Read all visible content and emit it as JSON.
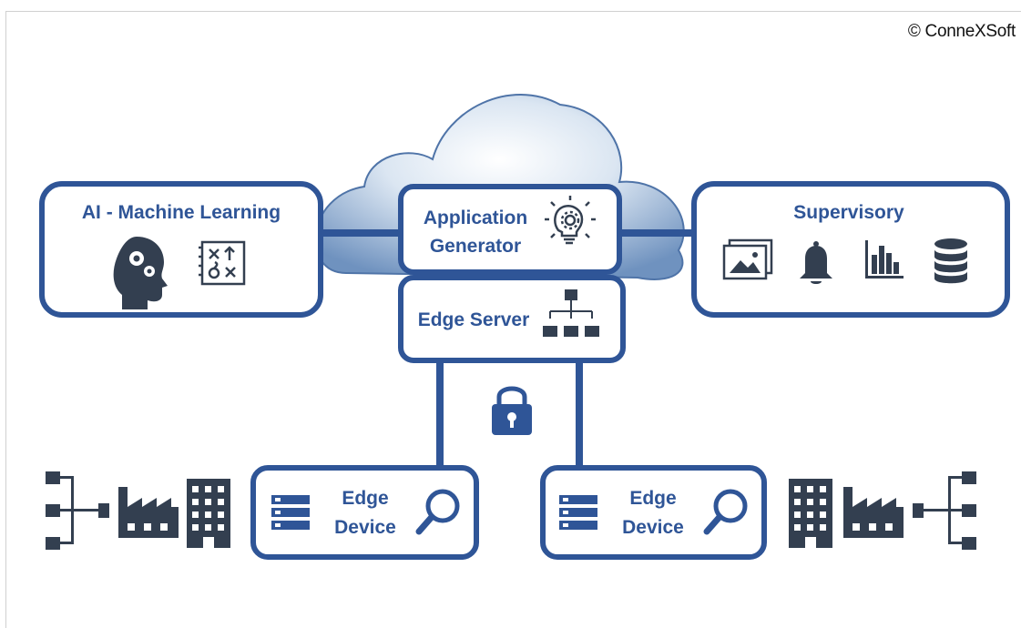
{
  "copyright": "© ConneXSoft",
  "colors": {
    "accent": "#2f5597",
    "icon": "#333f50",
    "cloud_light": "#dbe6f2",
    "cloud_dark": "#7f9fc6"
  },
  "ml_box": {
    "title": "AI - Machine Learning",
    "icons": [
      "head-gears-icon",
      "math-symbols-icon"
    ]
  },
  "app_gen": {
    "line1": "Application",
    "line2": "Generator",
    "icon": "lightbulb-gear-icon"
  },
  "edge_server": {
    "label": "Edge Server",
    "icon": "hierarchy-icon"
  },
  "supervisory": {
    "title": "Supervisory",
    "icons": [
      "images-icon",
      "bell-icon",
      "bar-chart-icon",
      "database-icon"
    ]
  },
  "lock": {
    "icon": "padlock-icon"
  },
  "edge_device_left": {
    "line1": "Edge",
    "line2": "Device",
    "icons": [
      "server-stack-icon",
      "magnifier-icon"
    ]
  },
  "edge_device_right": {
    "line1": "Edge",
    "line2": "Device",
    "icons": [
      "server-stack-icon",
      "magnifier-icon"
    ]
  },
  "left_site_icons": [
    "network-tree-icon",
    "factory-icon",
    "office-building-icon"
  ],
  "right_site_icons": [
    "office-building-icon",
    "factory-icon",
    "network-tree-icon"
  ]
}
